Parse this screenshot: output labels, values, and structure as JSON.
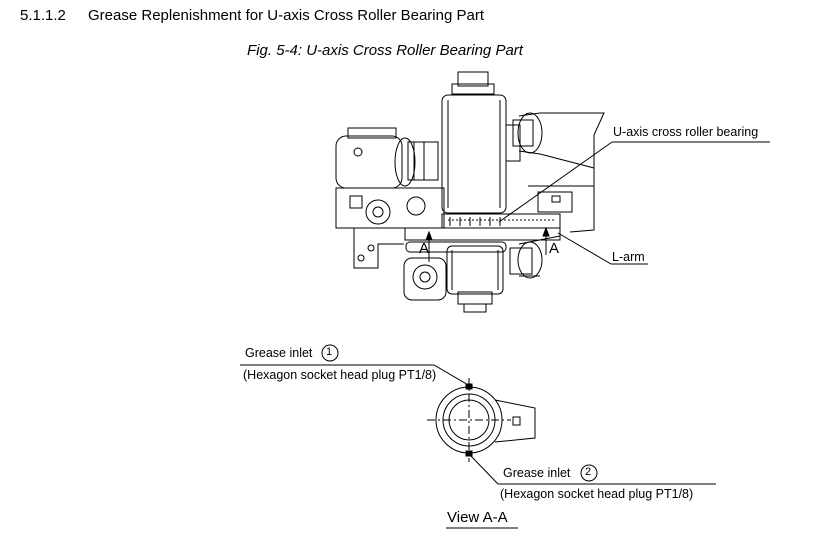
{
  "section": {
    "number": "5.1.1.2",
    "title": "Grease Replenishment for U-axis Cross Roller Bearing Part"
  },
  "figure": {
    "caption": "Fig. 5-4: U-axis Cross Roller Bearing Part"
  },
  "callouts": {
    "bearing": "U-axis cross roller bearing",
    "larm": "L-arm",
    "section_mark": "A"
  },
  "inlet1": {
    "label": "Grease inlet",
    "number": "1",
    "plug": "(Hexagon socket head plug PT1/8)"
  },
  "inlet2": {
    "label": "Grease inlet",
    "number": "2",
    "plug": "(Hexagon socket head plug PT1/8)"
  },
  "view_label": "View A-A"
}
